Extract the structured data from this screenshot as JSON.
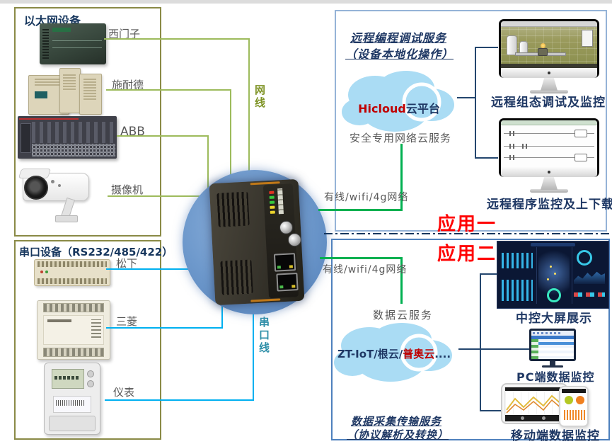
{
  "app_labels": {
    "app1": "应用一",
    "app2": "应用二"
  },
  "left_panel": {
    "ethernet_box": {
      "title": "以太网设备",
      "devices": [
        {
          "label": "西门子"
        },
        {
          "label": "施耐德"
        },
        {
          "label": "ABB"
        },
        {
          "label": "摄像机"
        }
      ]
    },
    "serial_box": {
      "title": "串口设备（RS232/485/422）",
      "devices": [
        {
          "label": "松下"
        },
        {
          "label": "三菱"
        },
        {
          "label": "仪表"
        }
      ]
    }
  },
  "cables": {
    "ethernet": "网线",
    "serial": "串口线"
  },
  "top_section": {
    "service_title": "远程编程调试服务",
    "service_subtitle": "（设备本地化操作）",
    "cloud": {
      "name_en": "Hicloud",
      "name_cn": "云平台",
      "caption": "安全专用网络云服务"
    },
    "network_label": "有线/wifi/4g网络",
    "outputs": [
      {
        "caption": "远程组态调试及监控"
      },
      {
        "caption": "远程程序监控及上下载"
      }
    ]
  },
  "bottom_section": {
    "network_label": "有线/wifi/4g网络",
    "cloud": {
      "caption": "数据云服务",
      "name_part1": "ZT-IoT/根云/",
      "name_part2": "普奥云",
      "name_part3": "...."
    },
    "service_title": "数据采集传输服务",
    "service_subtitle": "（协议解析及转换）",
    "outputs": [
      {
        "caption": "中控大屏展示"
      },
      {
        "caption": "PC端数据监控"
      },
      {
        "caption": "移动端数据监控"
      }
    ]
  },
  "colors": {
    "navy": "#1f3864",
    "title-navy": "#17375e",
    "red": "#ff0000",
    "dark-red": "#c00000",
    "text-gray": "#595959",
    "olive-border": "#8a8a46",
    "olive-line": "#9dbb5c",
    "olive-text": "#7f9427",
    "green-line": "#00b050",
    "cyan-line": "#00b0f0",
    "teal-text": "#2e8fa8",
    "box-light-blue": "#95b3d7",
    "box-blue": "#4f81bd",
    "bracket-navy": "#24466e",
    "cloud-blue": "#aadcf4"
  }
}
